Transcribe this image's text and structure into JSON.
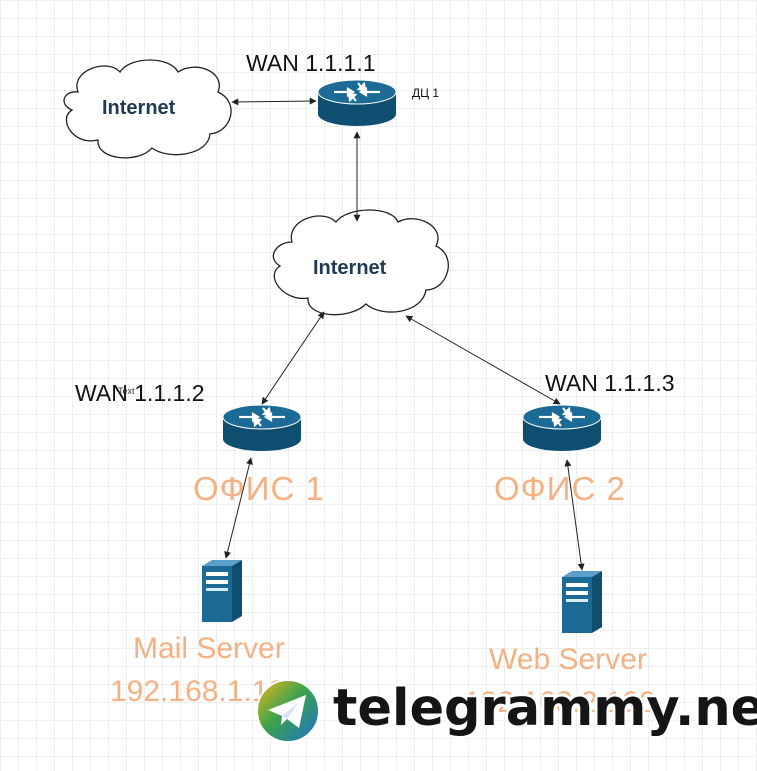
{
  "nodes": {
    "cloud_top": {
      "label": "Internet"
    },
    "cloud_mid": {
      "label": "Internet"
    },
    "router_dc": {
      "wan": "WAN 1.1.1.1",
      "site": "ДЦ 1"
    },
    "router_office1": {
      "wan": "WAN 1.1.1.2",
      "site": "ОФИС 1"
    },
    "router_office2": {
      "wan": "WAN 1.1.1.3",
      "site": "ОФИС 2"
    },
    "server_mail": {
      "name": "Mail Server",
      "ip": "192.168.1.100"
    },
    "server_web": {
      "name": "Web Server",
      "ip": "192.168.2.100"
    }
  },
  "overlap_tag": "Text",
  "watermark": {
    "text": "telegrammy.net"
  },
  "colors": {
    "device": "#1c6a96",
    "device_dark": "#0e4e70",
    "cloud_text": "#1f3a52",
    "site_label": "#f4b183",
    "line": "#222222"
  }
}
